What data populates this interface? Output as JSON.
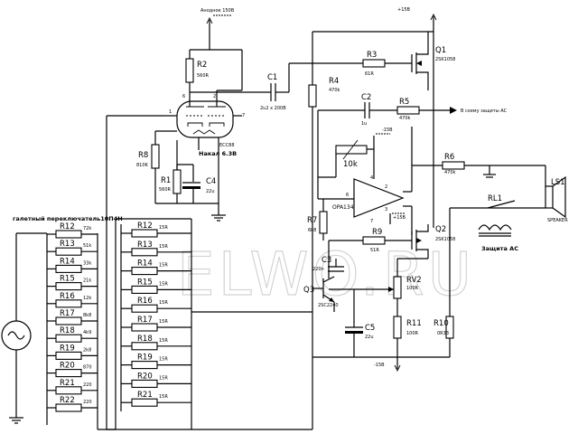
{
  "watermark": "ELWO.RU",
  "labels": {
    "anode": "Анодное 150В",
    "plus15_top": "+15В",
    "plus15_opamp": "+15В",
    "minus15_opamp": "-15В",
    "minus15_bottom": "-15В",
    "heater": "Накал 6.3В",
    "tube": "ECC88",
    "opamp": "OPA134",
    "to_protection": "В схему защиты АС",
    "protection": "Защита АС",
    "speaker": "SPEAKER",
    "switch_title": "галетный переключатель10П4Н"
  },
  "components": {
    "R1": {
      "name": "R1",
      "value": "560R"
    },
    "R2": {
      "name": "R2",
      "value": "560R"
    },
    "R3": {
      "name": "R3",
      "value": "61R"
    },
    "R4": {
      "name": "R4",
      "value": "470k"
    },
    "R5": {
      "name": "R5",
      "value": "470k"
    },
    "R6": {
      "name": "R6",
      "value": "470k"
    },
    "R7": {
      "name": "R7",
      "value": "6k8"
    },
    "R8": {
      "name": "R8",
      "value": "810K"
    },
    "R9": {
      "name": "R9",
      "value": "51R"
    },
    "R10": {
      "name": "R10",
      "value": "0R33"
    },
    "R11": {
      "name": "R11",
      "value": "100R"
    },
    "RV2": {
      "name": "RV2",
      "value": "100R"
    },
    "POT": {
      "value": "10k"
    },
    "C1": {
      "name": "C1",
      "value": "2u2 x 200B"
    },
    "C2": {
      "name": "C2",
      "value": "1u"
    },
    "C3": {
      "name": "C3",
      "value": "220n"
    },
    "C4": {
      "name": "C4",
      "value": "22u"
    },
    "C5": {
      "name": "C5",
      "value": "22u"
    },
    "Q1": {
      "name": "Q1",
      "value": "2SK1058"
    },
    "Q2": {
      "name": "Q2",
      "value": "2SK1058"
    },
    "Q3": {
      "name": "Q3",
      "value": "2SC2240"
    },
    "LS1": {
      "name": "LS1"
    },
    "RL1": {
      "name": "RL1"
    },
    "opamp_pins": [
      "6",
      "2",
      "3",
      "4",
      "7"
    ]
  },
  "ladder_left": [
    {
      "name": "R12",
      "value": "72k"
    },
    {
      "name": "R13",
      "value": "51k"
    },
    {
      "name": "R14",
      "value": "33k"
    },
    {
      "name": "R15",
      "value": "21k"
    },
    {
      "name": "R16",
      "value": "12k"
    },
    {
      "name": "R17",
      "value": "8k8"
    },
    {
      "name": "R18",
      "value": "4k9"
    },
    {
      "name": "R19",
      "value": "2k8"
    },
    {
      "name": "R20",
      "value": "870"
    },
    {
      "name": "R21",
      "value": "220"
    },
    {
      "name": "R22",
      "value": "220"
    }
  ],
  "ladder_right": [
    {
      "name": "R12",
      "value": "15R"
    },
    {
      "name": "R13",
      "value": "15R"
    },
    {
      "name": "R14",
      "value": "15R"
    },
    {
      "name": "R15",
      "value": "15R"
    },
    {
      "name": "R16",
      "value": "15R"
    },
    {
      "name": "R17",
      "value": "15R"
    },
    {
      "name": "R18",
      "value": "15R"
    },
    {
      "name": "R19",
      "value": "15R"
    },
    {
      "name": "R20",
      "value": "15R"
    },
    {
      "name": "R21",
      "value": "15R"
    }
  ]
}
